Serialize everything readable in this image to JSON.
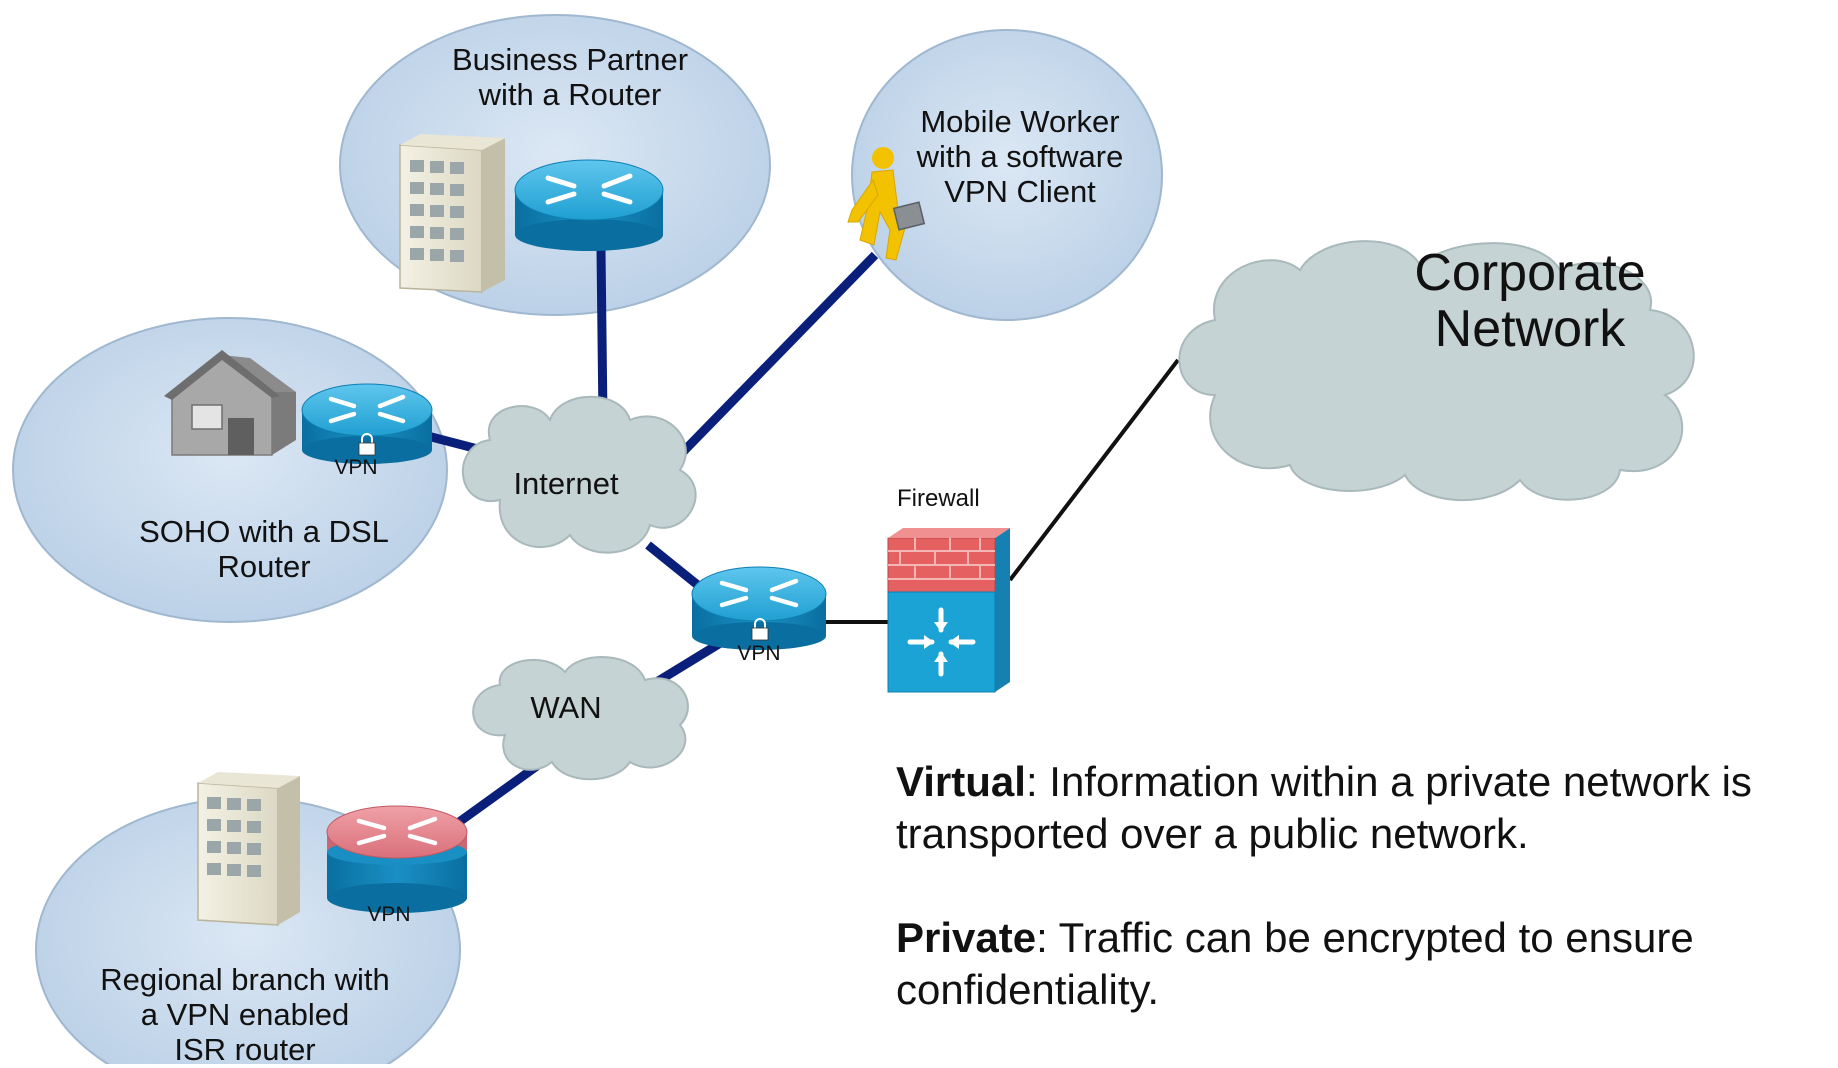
{
  "sites": {
    "business_partner": {
      "line1": "Business Partner",
      "line2": "with a Router"
    },
    "mobile_worker": {
      "line1": "Mobile Worker",
      "line2": "with a software",
      "line3": "VPN Client"
    },
    "soho": {
      "line1": "SOHO with a DSL",
      "line2": "Router",
      "router_tag": "VPN"
    },
    "regional_branch": {
      "line1": "Regional branch with",
      "line2": "a VPN enabled",
      "line3": "ISR router",
      "router_tag": "VPN"
    }
  },
  "clouds": {
    "internet": "Internet",
    "wan": "WAN",
    "corporate_line1": "Corporate",
    "corporate_line2": "Network"
  },
  "central_router": {
    "tag": "VPN"
  },
  "firewall": {
    "label": "Firewall"
  },
  "definitions": [
    {
      "term": "Virtual",
      "text": ": Information within a private network is transported over a public network."
    },
    {
      "term": "Private",
      "text": ": Traffic can be encrypted to ensure confidentiality."
    }
  ],
  "colors": {
    "site_bubble": "#c7d9ec",
    "cloud": "#c6d3d4",
    "link_public": "#0a1f7a",
    "router_blue": "#1aa3d4",
    "router_red": "#e27b84",
    "firewall_brick": "#e05a5a",
    "mobile_worker": "#f2c100"
  }
}
